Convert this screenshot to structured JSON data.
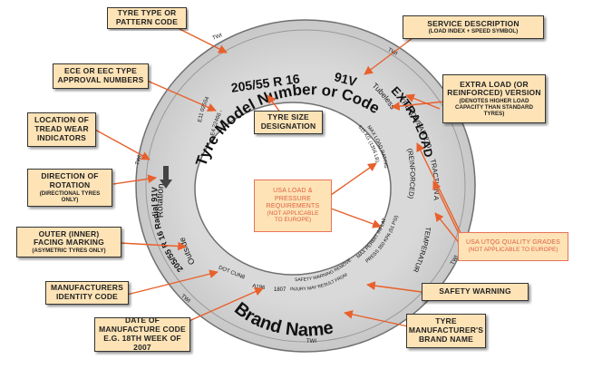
{
  "colors": {
    "box_fill": "#fde3b6",
    "box_border": "#333333",
    "leader": "#e8602c",
    "tyre": "#e6e6e6",
    "tyre_edge": "#777777",
    "tyre_text": "#1a1a1a",
    "red_text": "#e0603f"
  },
  "callouts": {
    "tyre_type": [
      "TYRE TYPE OR",
      "PATTERN CODE"
    ],
    "service_desc": [
      "SERVICE DESCRIPTION",
      "(LOAD INDEX + SPEED SYMBOL)"
    ],
    "ece": [
      "ECE OR EEC TYPE",
      "APPROVAL NUMBERS"
    ],
    "extra_load": [
      "EXTRA LOAD (OR",
      "REINFORCED) VERSION",
      "(DENOTES HIGHER LOAD",
      "CAPACITY THAN STANDARD",
      "TYRES)"
    ],
    "tread_wear": [
      "LOCATION OF",
      "TREAD WEAR",
      "INDICATORS"
    ],
    "tyre_size": [
      "TYRE SIZE",
      "DESIGNATION"
    ],
    "direction": [
      "DIRECTION OF",
      "ROTATION",
      "(DIRECTIONAL TYRES",
      "ONLY)"
    ],
    "usa_load": [
      "USA LOAD &",
      "PRESSURE",
      "REQUIREMENTS",
      "(NOT APPLICABLE",
      "TO EUROPE)"
    ],
    "outer_facing": [
      "OUTER (INNER)",
      "FACING MARKING",
      "(ASYMETRIC TYRES ONLY)"
    ],
    "utqg": [
      "USA UTQG QUALITY GRADES",
      "(NOT APPLICABLE TO EUROPE)"
    ],
    "manufacturer_id": [
      "MANUFACTURERS",
      "IDENTITY CODE"
    ],
    "safety_warning": [
      "SAFETY WARNING"
    ],
    "date": [
      "DATE OF",
      "MANUFACTURE CODE",
      "E.G. 18TH WEEK OF 2007"
    ],
    "brand": [
      "TYRE",
      "MANUFACTURER'S",
      "BRAND NAME"
    ]
  },
  "tyre_text": {
    "model": "Tyre Model Number or Code",
    "size": "205/55 R 16",
    "service": "91V",
    "tubeless": "Tubeless",
    "extra_load": "EXTRA LOAD",
    "reinforced": "(REINFORCED)",
    "treadwear": "TREADWEAR 270",
    "traction": "TRACTION A",
    "temperature": "TEMPERATURE A",
    "brand": "Brand Name",
    "rotation": "Rotation",
    "outside": "Outside",
    "radial": "205/55 R 16 Radial 91V",
    "dot": "DOT CUN8",
    "a196": "A196",
    "date_code": "1807",
    "safety": "SAFETY WARNING REMOVE",
    "safety2": "INJURY MAY RESULT FROM",
    "twi": "TWI",
    "ece1": "E11 02554",
    "ece2": "E4 22466 - s",
    "max_load": "MAX LOAD RATING",
    "max_load2": "615 KG (1356 LB)",
    "max_inflat": "MAX PERMIT INFLAT",
    "max_inflat2": "PRESS 350 KPA (51 PSI)"
  }
}
